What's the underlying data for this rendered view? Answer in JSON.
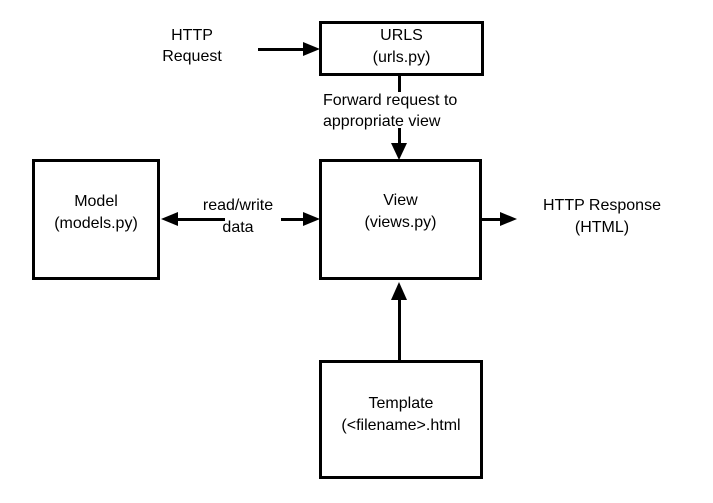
{
  "colors": {
    "background": "#ffffff",
    "line": "#000000",
    "text": "#000000"
  },
  "boxes": {
    "urls": {
      "title": "URLS",
      "subtitle": "(urls.py)"
    },
    "model": {
      "title": "Model",
      "subtitle": "(models.py)"
    },
    "view": {
      "title": "View",
      "subtitle": "(views.py)"
    },
    "template": {
      "title": "Template",
      "subtitle": "(<filename>.html"
    }
  },
  "labels": {
    "http_request": {
      "line1": "HTTP",
      "line2": "Request"
    },
    "forward_request": {
      "line1": "Forward request to",
      "line2": "appropriate view"
    },
    "read_write": {
      "line1": "read/write",
      "line2": "data"
    },
    "http_response": {
      "line1": "HTTP Response",
      "line2": "(HTML)"
    }
  },
  "edges": [
    {
      "from": "http-request-label",
      "to": "urls-box",
      "direction": "right"
    },
    {
      "from": "urls-box",
      "to": "view-box",
      "direction": "down",
      "label": "Forward request to appropriate view"
    },
    {
      "from": "model-box",
      "to": "view-box",
      "direction": "both",
      "label": "read/write data"
    },
    {
      "from": "view-box",
      "to": "http-response-label",
      "direction": "right"
    },
    {
      "from": "template-box",
      "to": "view-box",
      "direction": "up"
    }
  ]
}
